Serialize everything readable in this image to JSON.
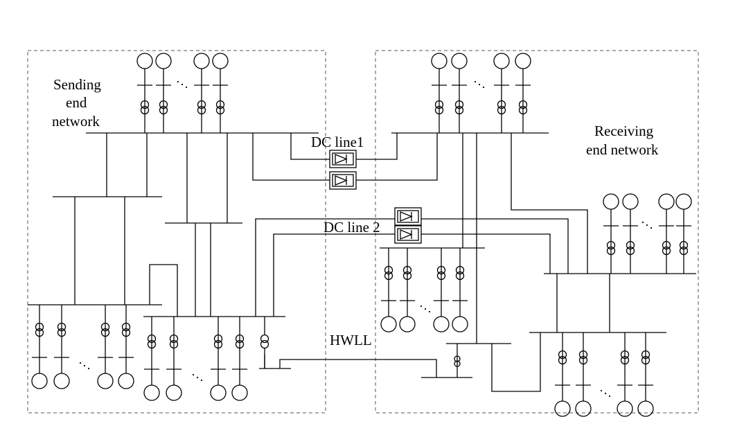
{
  "labels": {
    "sending": [
      "Sending",
      "end",
      "network"
    ],
    "receiving": [
      "Receiving",
      "end network"
    ],
    "dc_line_1": "DC line1",
    "dc_line_2": "DC line 2",
    "hwll": "HWLL"
  },
  "groups": [
    {
      "id": "s-top",
      "n": 4,
      "orient": "down"
    },
    {
      "id": "s-left-bottom",
      "n": 4,
      "orient": "up"
    },
    {
      "id": "s-mid-bottom",
      "n": 5,
      "orient": "up"
    },
    {
      "id": "r-top",
      "n": 4,
      "orient": "down"
    },
    {
      "id": "r-mid-left",
      "n": 4,
      "orient": "up"
    },
    {
      "id": "r-right",
      "n": 4,
      "orient": "down"
    },
    {
      "id": "r-bottom",
      "n": 4,
      "orient": "up"
    }
  ]
}
